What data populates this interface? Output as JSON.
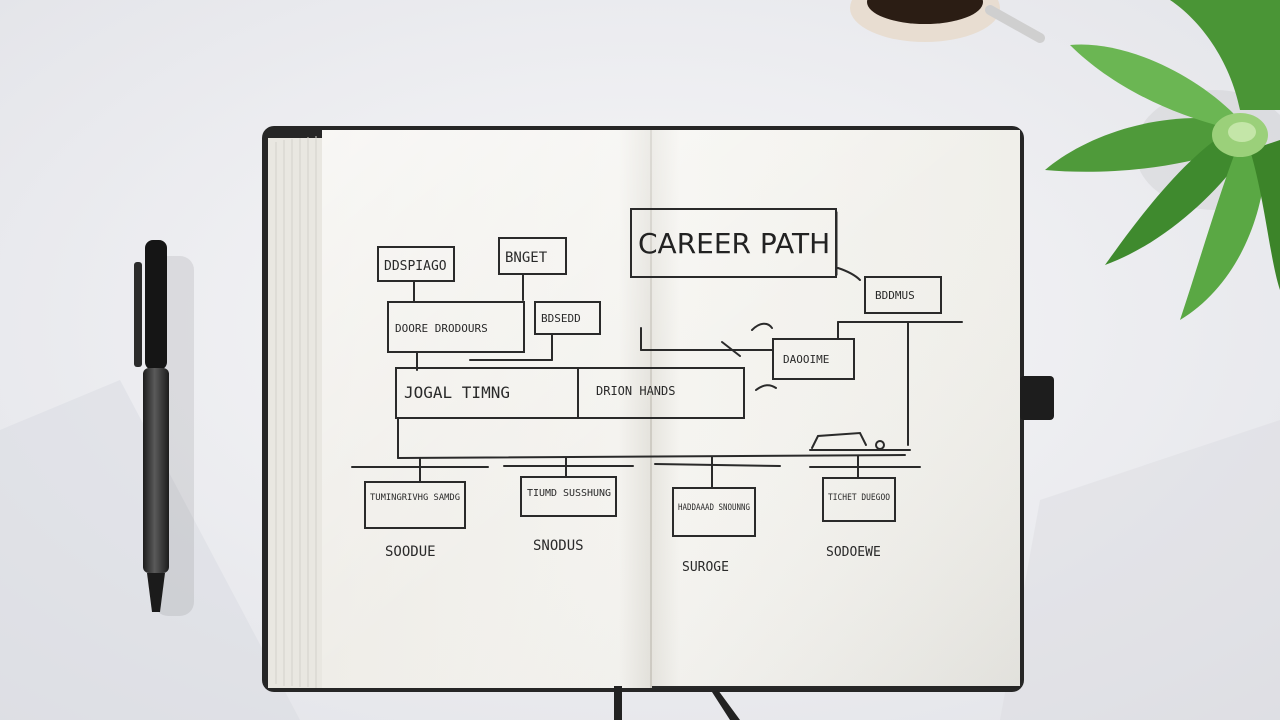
{
  "colors": {
    "desk": "#eeeff3",
    "page": "#f3f2ee",
    "cover": "#262626",
    "ink": "#2a2a2a",
    "leaf": "#4f9a3a",
    "leaf_light": "#9bd07a",
    "mug": "#efe6dc"
  },
  "notebook": {
    "title": "CAREER PATH",
    "boxes": {
      "top_left": "DDSPIAGO",
      "top_mid": "BNGET",
      "row2_left": "DOORE DRODOURS",
      "row2_small": "BDSEDD",
      "mid_left": "JOGAL TIMNG",
      "mid_right": "DRION HANDS",
      "right_top": "BDDMUS",
      "right_mid": "DAOOIME",
      "bottom_1": "TUMINGRIVHG SAMDG",
      "bottom_2": "TIUMD SUSSHUNG",
      "bottom_3": "HADDAAAD SNOUNNG",
      "bottom_4": "TICHET DUEGOO"
    },
    "labels": {
      "under_1": "SOODUE",
      "under_2": "SNODUS",
      "under_3": "SUROGE",
      "under_4": "SODOEWE"
    }
  }
}
